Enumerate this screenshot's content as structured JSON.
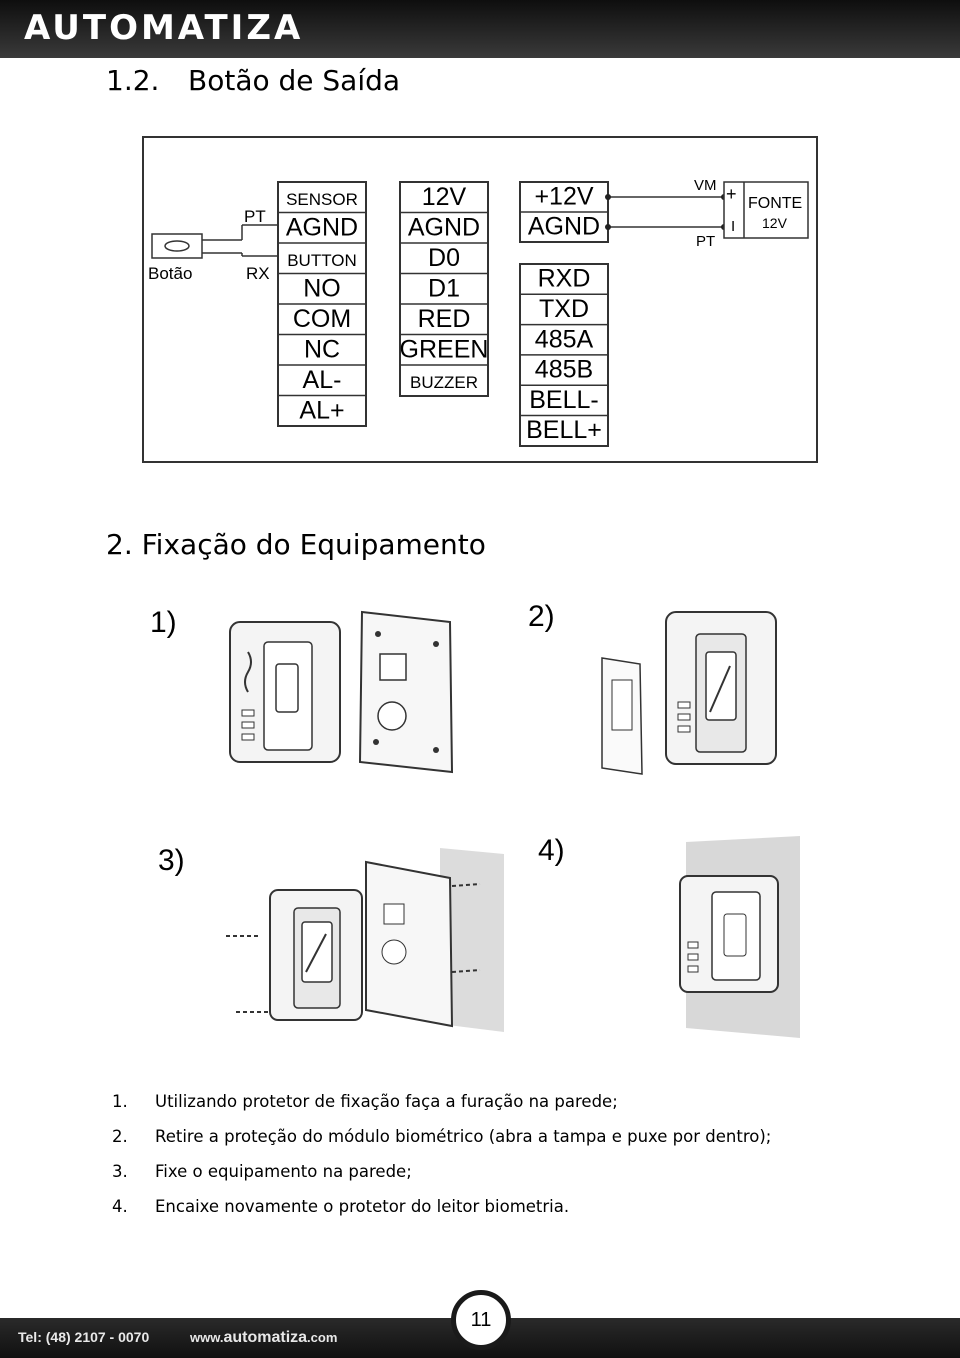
{
  "header": {
    "logo": "AUTOMATIZA"
  },
  "section_1_2": {
    "number": "1.2.",
    "title": "Botão de Saída"
  },
  "wiring": {
    "button_label": "Botão",
    "pt_left": "PT",
    "rx_left": "RX",
    "col1": [
      "SENSOR",
      "AGND",
      "BUTTON",
      "NO",
      "COM",
      "NC",
      "AL-",
      "AL+"
    ],
    "col2": [
      "12V",
      "AGND",
      "D0",
      "D1",
      "RED",
      "GREEN",
      "BUZZER"
    ],
    "col3a": [
      "+12V",
      "AGND"
    ],
    "col3b": [
      "RXD",
      "TXD",
      "485A",
      "485B",
      "BELL-",
      "BELL+"
    ],
    "vm": "VM",
    "pt_right": "PT",
    "plus": "+",
    "minus": "I",
    "fonte": "FONTE",
    "volt": "12V"
  },
  "section_2": {
    "title": "2.  Fixação do Equipamento"
  },
  "figure_labels": [
    "1)",
    "2)",
    "3)",
    "4)"
  ],
  "steps": [
    {
      "n": "1.",
      "text": "Utilizando protetor de fixação faça a furação na parede;"
    },
    {
      "n": "2.",
      "text": "Retire a proteção do módulo biométrico (abra a tampa e puxe por dentro);"
    },
    {
      "n": "3.",
      "text": "Fixe o equipamento na parede;"
    },
    {
      "n": "4.",
      "text": "Encaixe novamente o protetor do leitor biometria."
    }
  ],
  "footer": {
    "tel": "Tel: (48) 2107 - 0070",
    "www_prefix": "www.",
    "www_domain": "automatiza",
    "www_suffix": ".com",
    "page": "11"
  }
}
